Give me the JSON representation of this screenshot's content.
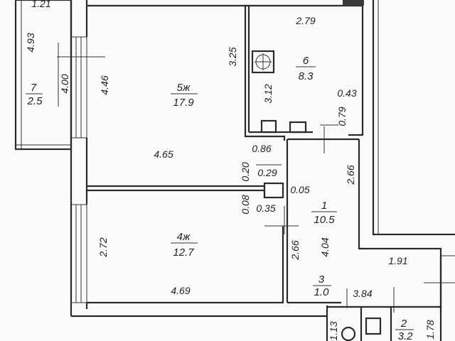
{
  "rooms": [
    {
      "id": "7",
      "area": "2.5"
    },
    {
      "id": "5ж",
      "area": "17.9"
    },
    {
      "id": "6",
      "area": "8.3"
    },
    {
      "id": "4ж",
      "area": "12.7"
    },
    {
      "id": "1",
      "area": "10.5"
    },
    {
      "id": "3",
      "area": "1.0"
    },
    {
      "id": "2",
      "area": "3.2"
    }
  ],
  "dimensions": {
    "d_1_21": "1.21",
    "d_4_93": "4.93",
    "d_4_00": "4.00",
    "d_4_46": "4.46",
    "d_3_25": "3.25",
    "d_2_79": "2.79",
    "d_3_12": "3.12",
    "d_0_43": "0.43",
    "d_0_79": "0.79",
    "d_4_65": "4.65",
    "d_0_86": "0.86",
    "d_0_20": "0.20",
    "d_0_29": "0.29",
    "d_2_66a": "2.66",
    "d_0_05": "0.05",
    "d_0_08": "0.08",
    "d_0_35": "0.35",
    "d_2_72": "2.72",
    "d_2_66b": "2.66",
    "d_4_04": "4.04",
    "d_1_91": "1.91",
    "d_4_69": "4.69",
    "d_3_84": "3.84",
    "d_1_13": "1.13",
    "d_1_78": "1.78"
  }
}
